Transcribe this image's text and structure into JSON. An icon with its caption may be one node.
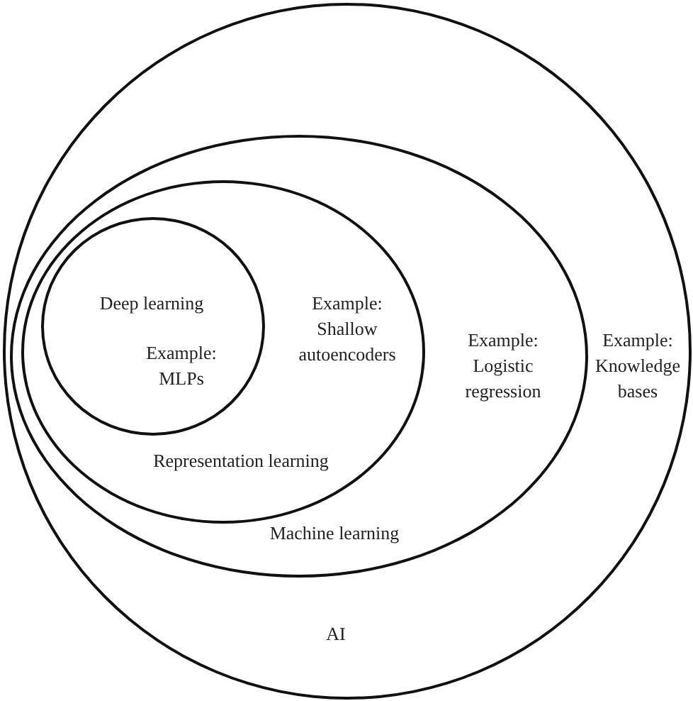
{
  "diagram": {
    "nodes": [
      {
        "text": [
          "Example: Knowledge bases",
          "AI"
        ]
      },
      {
        "text": [
          "Example: Logistic regression",
          "Machine learning"
        ],
        "in": 0
      },
      {
        "text": [
          "Example: Shallow autoencoders",
          "Representation learning"
        ],
        "in": 1
      },
      {
        "text": [
          "Deep learning",
          "Example: MLPs"
        ],
        "in": 2
      }
    ]
  }
}
